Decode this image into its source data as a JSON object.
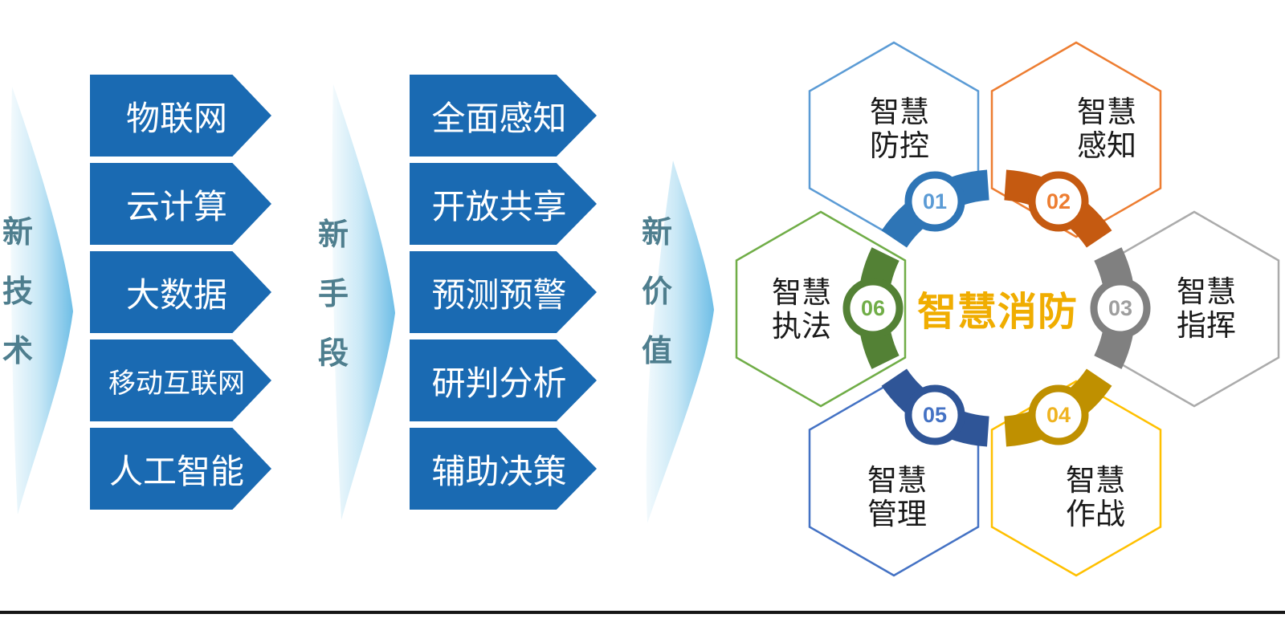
{
  "columns": [
    {
      "label": "新技术",
      "items": [
        "物联网",
        "云计算",
        "大数据",
        "移动互联网",
        "人工智能"
      ]
    },
    {
      "label": "新手段",
      "items": [
        "全面感知",
        "开放共享",
        "预测预警",
        "研判分析",
        "辅助决策"
      ]
    },
    {
      "label": "新价值",
      "items": []
    }
  ],
  "center": {
    "title": "智慧消防",
    "color": "#F0AD00"
  },
  "hexagons": [
    {
      "num": "01",
      "label": "智慧防控",
      "outline": "#5B9BD5",
      "arc": "#2E75B6"
    },
    {
      "num": "02",
      "label": "智慧感知",
      "outline": "#ED7D31",
      "arc": "#C55A11"
    },
    {
      "num": "03",
      "label": "智慧指挥",
      "outline": "#ABABAB",
      "arc": "#808080"
    },
    {
      "num": "04",
      "label": "智慧作战",
      "outline": "#FFC000",
      "arc": "#BF9000"
    },
    {
      "num": "05",
      "label": "智慧管理",
      "outline": "#4472C4",
      "arc": "#2F5597"
    },
    {
      "num": "06",
      "label": "智慧执法",
      "outline": "#70AD47",
      "arc": "#538135"
    }
  ],
  "colors": {
    "banner_blue": "#1A6AB2",
    "column_label_teal": "#4E7E8E",
    "hex_text": "#1A1A1A",
    "flow_arrow_gradient": [
      "#F3FAFD",
      "#6FBEE6"
    ],
    "bottom_rule": "#161616"
  }
}
